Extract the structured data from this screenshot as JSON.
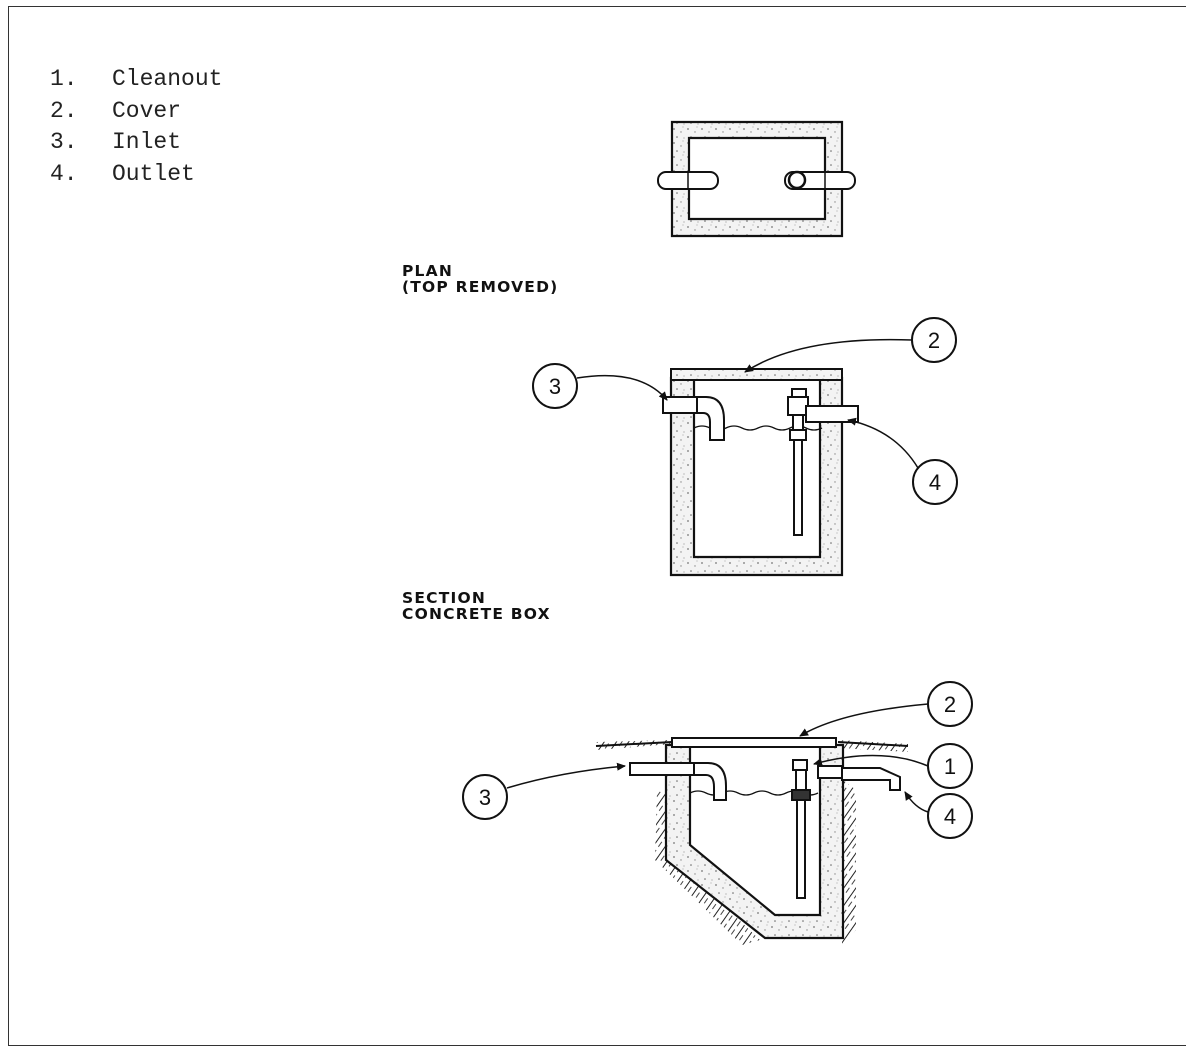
{
  "legend": [
    {
      "num": "1.",
      "label": "Cleanout"
    },
    {
      "num": "2.",
      "label": "Cover"
    },
    {
      "num": "3.",
      "label": "Inlet"
    },
    {
      "num": "4.",
      "label": "Outlet"
    }
  ],
  "plan_caption": {
    "line1": "PLAN",
    "line2": "(TOP REMOVED)"
  },
  "section_caption": {
    "line1": "SECTION",
    "line2": "CONCRETE BOX"
  },
  "section_callouts": {
    "cover": "2",
    "inlet": "3",
    "outlet": "4"
  },
  "detail_callouts": {
    "cover": "2",
    "cleanout": "1",
    "inlet": "3",
    "outlet": "4"
  }
}
